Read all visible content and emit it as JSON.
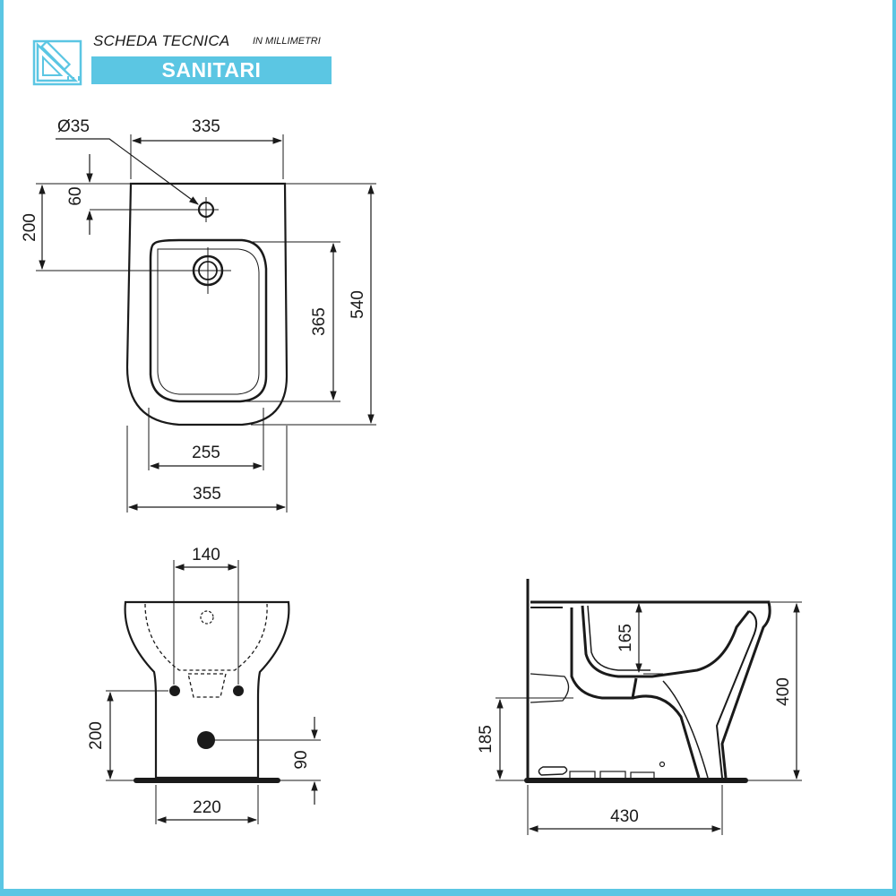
{
  "header": {
    "title": "SCHEDA TECNICA",
    "subtitle": "IN MILLIMETRI",
    "banner": "SANITARI",
    "logo_icon": "ruler-pencil-icon"
  },
  "colors": {
    "accent": "#5bc6e3",
    "line": "#1a1a1a",
    "text_on_accent": "#ffffff"
  },
  "top_view": {
    "hole_diameter": "Ø35",
    "width_top": "335",
    "hole_offset": "60",
    "drain_offset": "200",
    "bowl_length": "365",
    "total_length": "540",
    "bowl_width": "255",
    "total_width": "355"
  },
  "front_view": {
    "fixing_spacing": "140",
    "fixing_height": "200",
    "drain_height": "90",
    "base_width": "220"
  },
  "side_view": {
    "bowl_depth": "165",
    "total_height": "400",
    "inlet_height": "185",
    "total_depth": "430"
  }
}
